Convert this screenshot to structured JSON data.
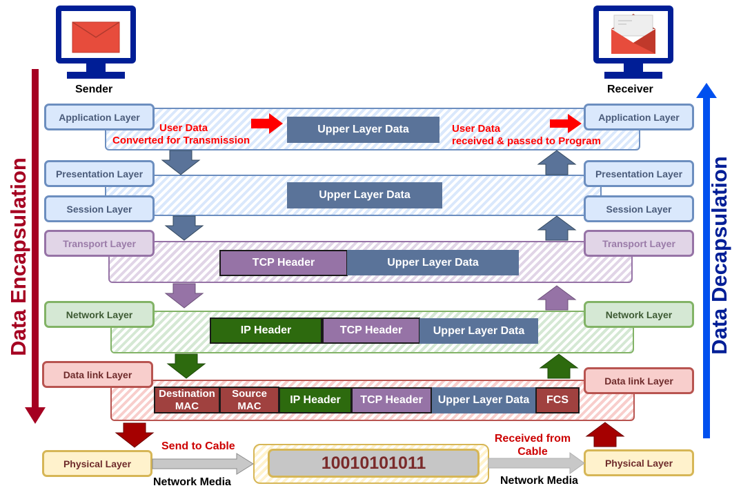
{
  "sender": {
    "label": "Sender",
    "icon": "computer-envelope-icon"
  },
  "receiver": {
    "label": "Receiver",
    "icon": "computer-open-envelope-icon"
  },
  "side_labels": {
    "encapsulation": "Data Encapsulation",
    "decapsulation": "Data Decapsulation"
  },
  "layers": {
    "application": "Application Layer",
    "presentation": "Presentation Layer",
    "session": "Session Layer",
    "transport": "Transport Layer",
    "network": "Network Layer",
    "datalink": "Data link Layer",
    "physical": "Physical Layer"
  },
  "application_band": {
    "left_note_line1": "User Data",
    "left_note_line2": "Converted for Transmission",
    "right_note_line1": "User Data",
    "right_note_line2": "received & passed to Program",
    "payload": "Upper Layer Data"
  },
  "presentation_band": {
    "payload": "Upper Layer Data"
  },
  "transport_band": {
    "segments": [
      "TCP Header",
      "Upper Layer Data"
    ]
  },
  "network_band": {
    "segments": [
      "IP Header",
      "TCP Header",
      "Upper Layer Data"
    ]
  },
  "datalink_band": {
    "segments": [
      "Destination MAC",
      "Source MAC",
      "IP Header",
      "TCP Header",
      "Upper Layer Data",
      "FCS"
    ]
  },
  "physical_band": {
    "bits": "10010101011",
    "send_label": "Send to Cable",
    "receive_label_line1": "Received from",
    "receive_label_line2": "Cable",
    "media_label": "Network Media"
  },
  "colors": {
    "encapsulation_arrow": "#a50021",
    "decapsulation_arrow": "#0050ef",
    "upper_layer_blue": "#5a7399",
    "transport_purple": "#9673a6",
    "network_green": "#2d6a0e",
    "datalink_red": "#a0413f",
    "annotation_red": "#ff0000"
  }
}
